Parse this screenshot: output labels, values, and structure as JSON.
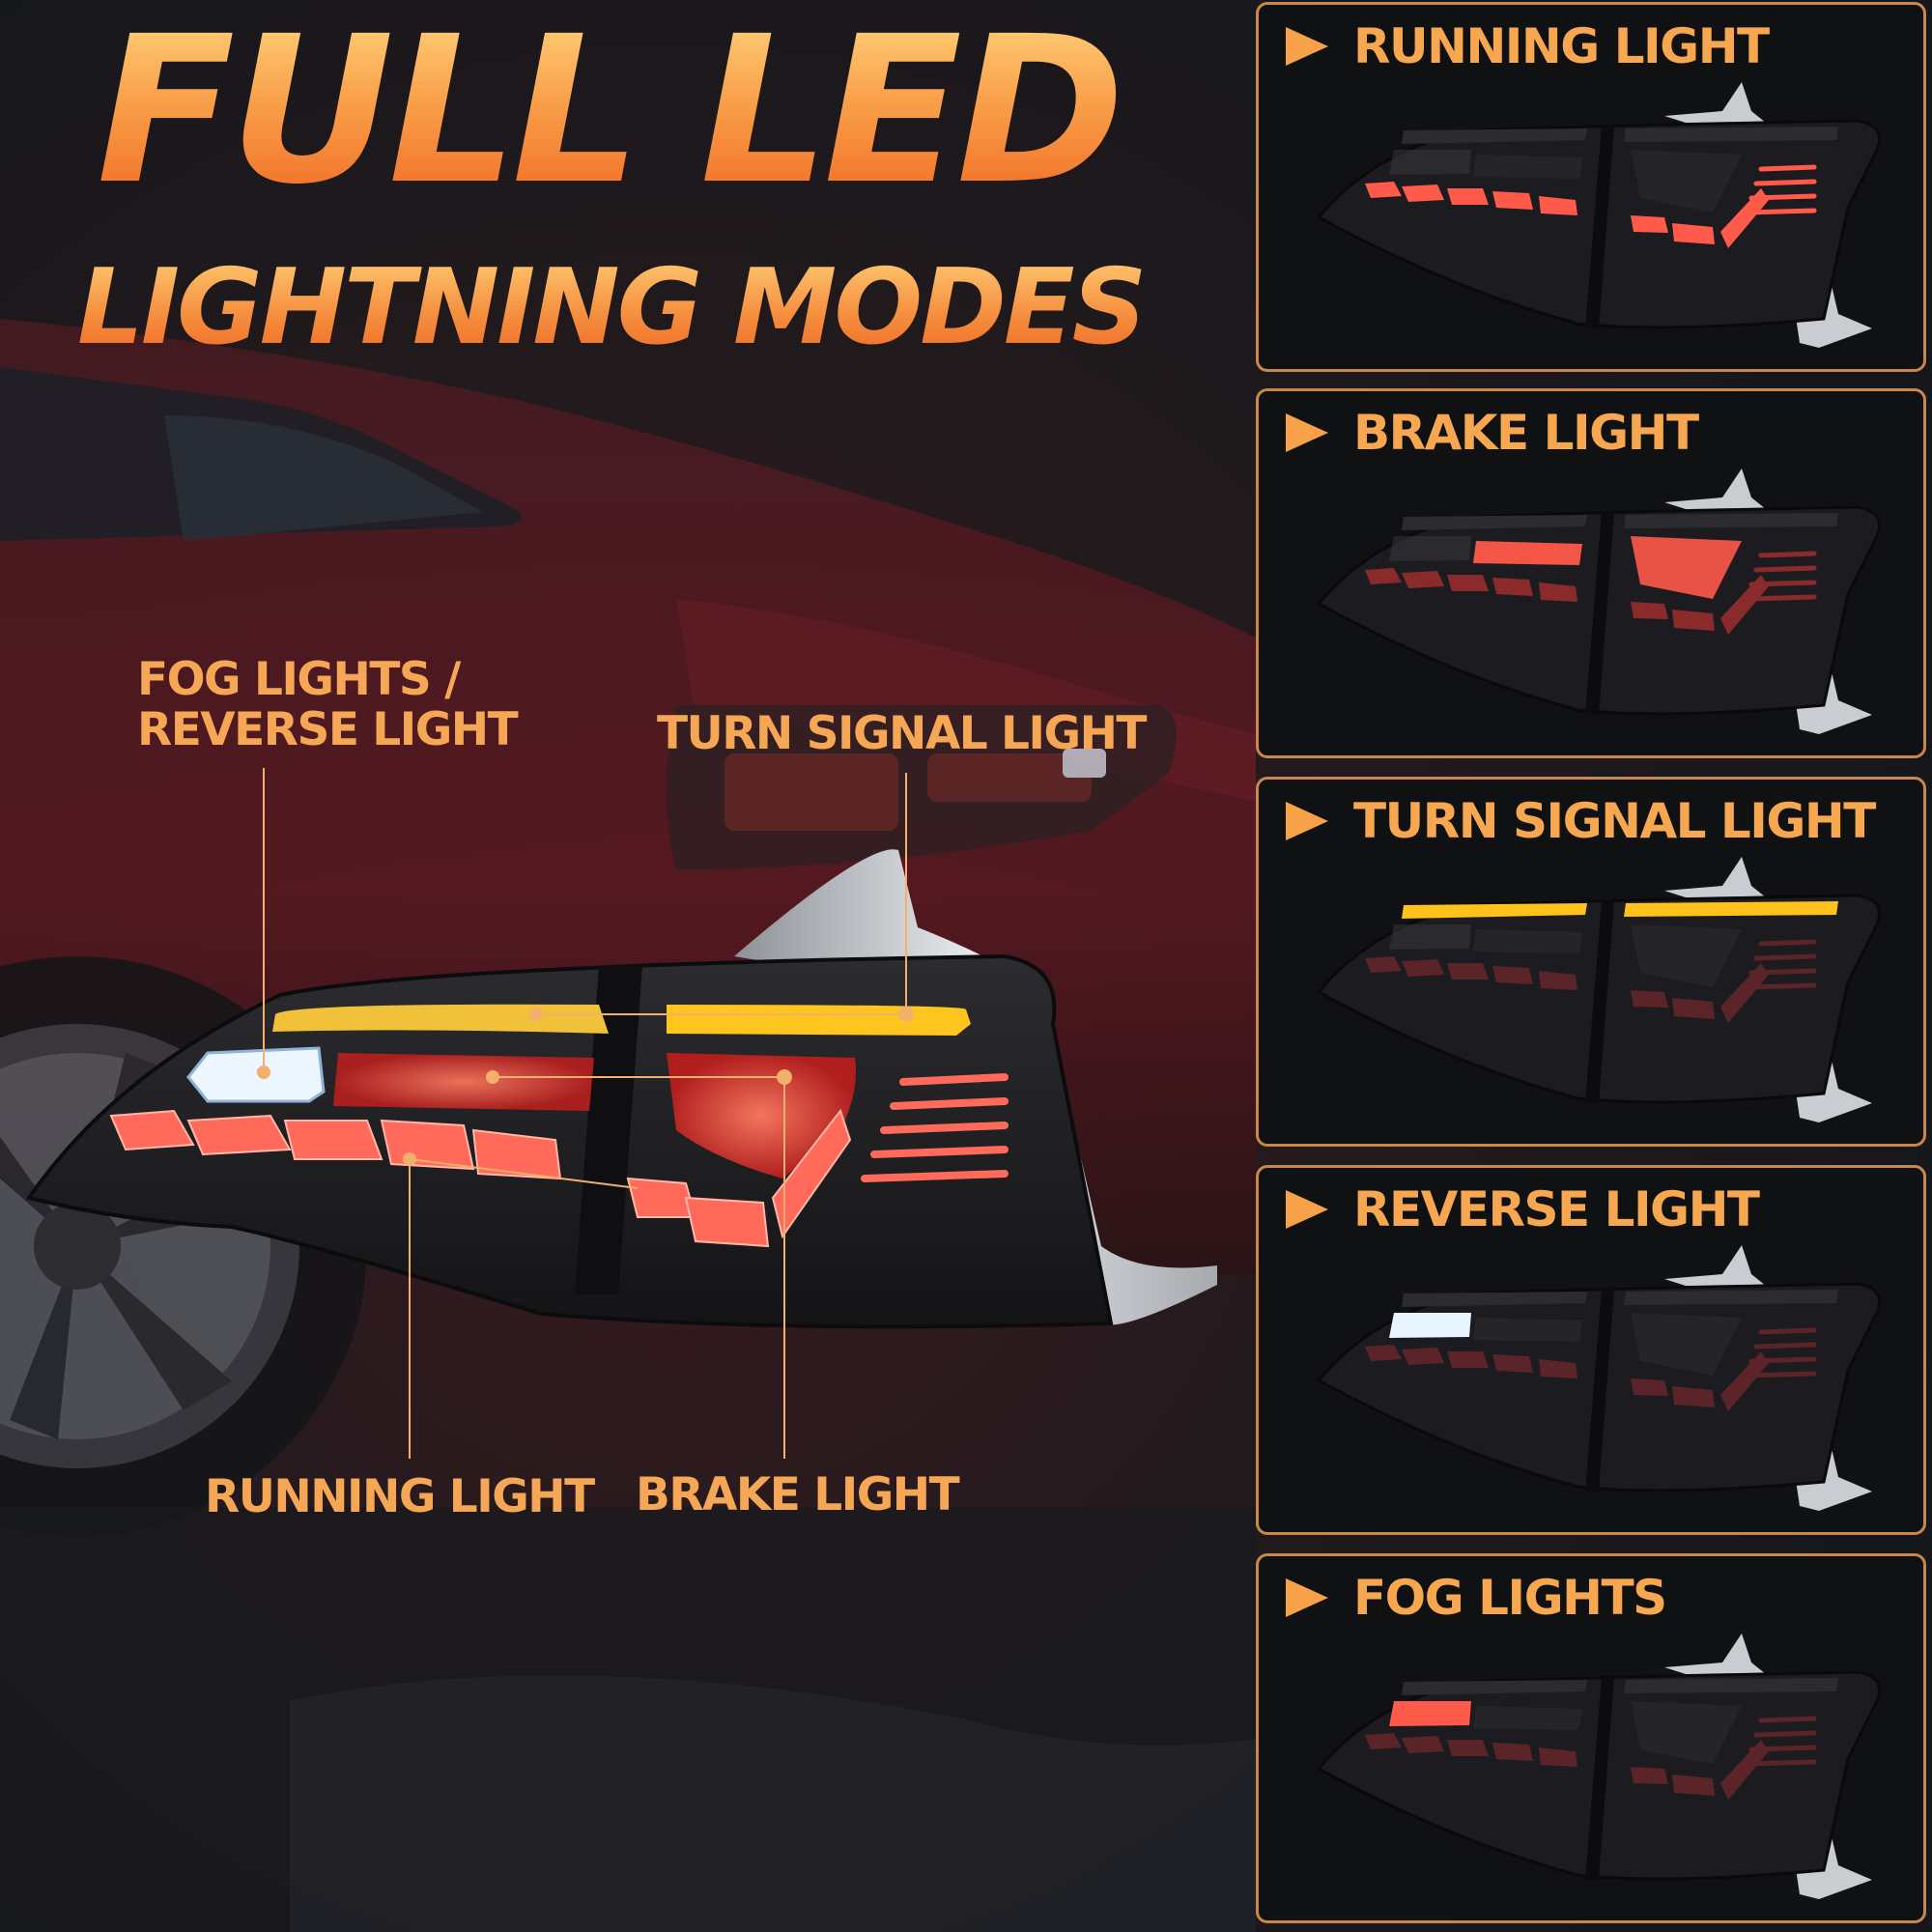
{
  "header": {
    "title": "FULL LED",
    "subtitle": "LIGHTNING MODES"
  },
  "callouts": {
    "fog_reverse": [
      "FOG LIGHTS /",
      "REVERSE LIGHT"
    ],
    "turn_signal": "TURN SIGNAL LIGHT",
    "running": "RUNNING LIGHT",
    "brake": "BRAKE LIGHT"
  },
  "modes": [
    {
      "title": "RUNNING LIGHT",
      "lit": "running"
    },
    {
      "title": "BRAKE LIGHT",
      "lit": "brake"
    },
    {
      "title": "TURN SIGNAL LIGHT",
      "lit": "turn"
    },
    {
      "title": "REVERSE LIGHT",
      "lit": "reverse"
    },
    {
      "title": "FOG LIGHTS",
      "lit": "fog"
    }
  ],
  "colors": {
    "accent_orange": "#f7a148",
    "panel_border": "#c9874a",
    "led_red": "#ff5a4a",
    "led_amber": "#ffc21a",
    "led_white": "#e8f4ff"
  }
}
